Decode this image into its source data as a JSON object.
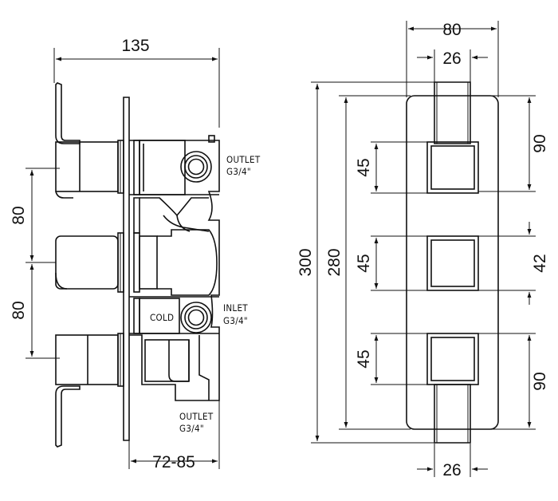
{
  "side_view": {
    "dim_width": "135",
    "dim_spacing_top": "80",
    "dim_spacing_bottom": "80",
    "dim_depth": "72-85",
    "outlet_top_line1": "OUTLET",
    "outlet_top_line2": "G3/4\"",
    "inlet_line1": "INLET",
    "inlet_line2": "G3/4\"",
    "cold_label": "COLD",
    "outlet_bottom_line1": "OUTLET",
    "outlet_bottom_line2": "G3/4\""
  },
  "front_view": {
    "dim_width_total": "80",
    "dim_handle_width_top": "26",
    "dim_height_total": "300",
    "dim_plate_height": "280",
    "dim_knob_top": "45",
    "dim_knob_middle": "45",
    "dim_knob_bottom": "45",
    "dim_right_top": "90",
    "dim_right_middle": "42",
    "dim_right_bottom": "90",
    "dim_handle_width_bottom": "26"
  }
}
